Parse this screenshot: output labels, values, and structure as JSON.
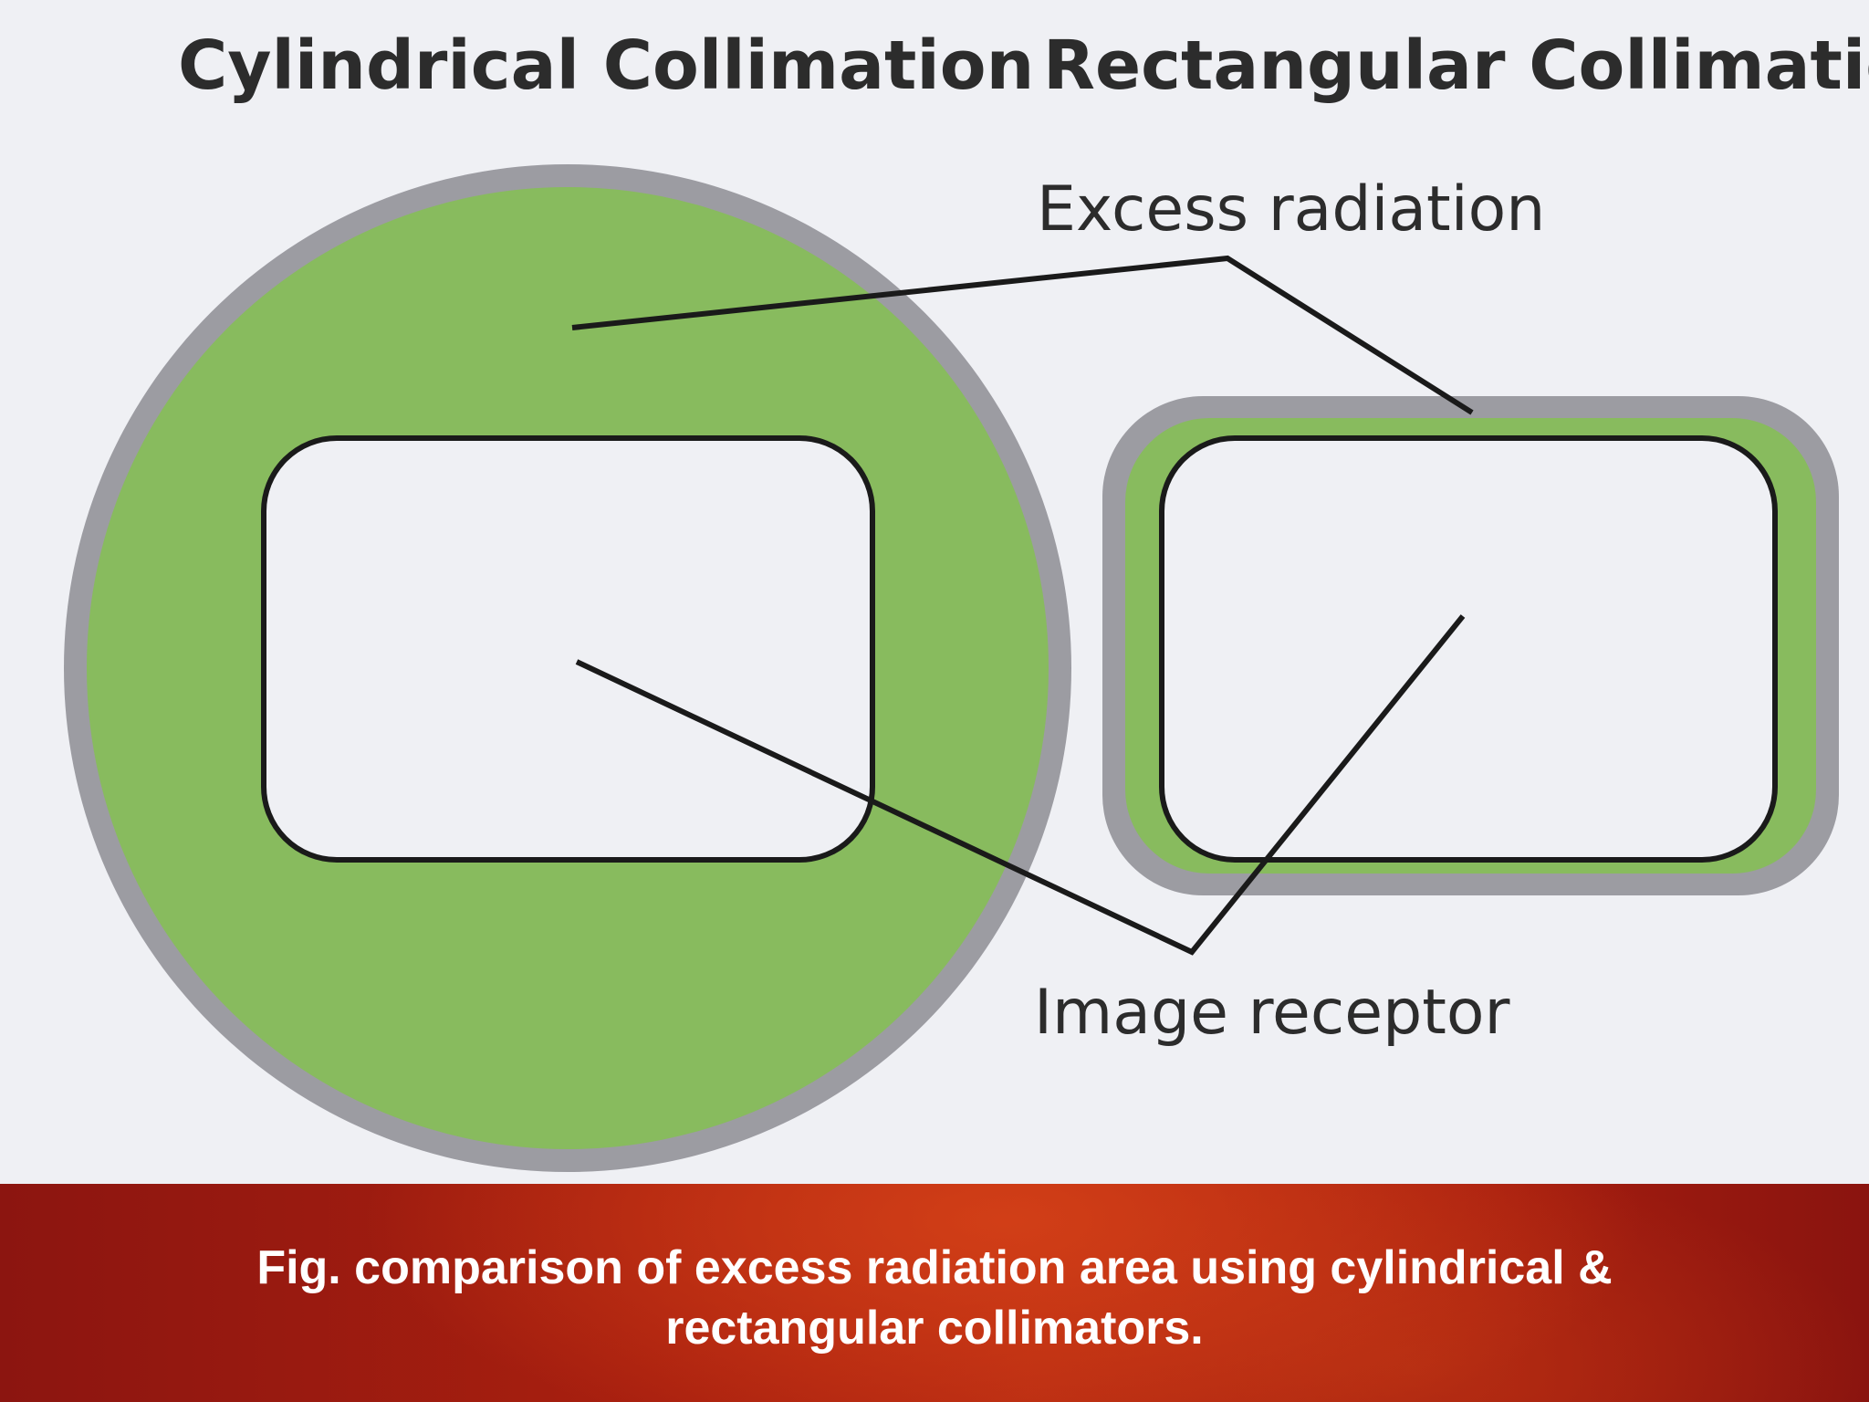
{
  "diagram": {
    "headings": {
      "cylindrical": "Cylindrical Collimation",
      "rectangular": "Rectangular Collimation"
    },
    "callouts": {
      "excess_radiation": "Excess radiation",
      "image_receptor": "Image receptor"
    },
    "colors": {
      "background": "#eff0f4",
      "excess_radiation_fill": "#88bb5e",
      "collimator_edge": "#9c9ca2",
      "receptor_fill": "#eff0f4",
      "outline": "#1a1a1a"
    }
  },
  "caption": {
    "text": "Fig. comparison of excess radiation area using cylindrical & rectangular collimators."
  }
}
